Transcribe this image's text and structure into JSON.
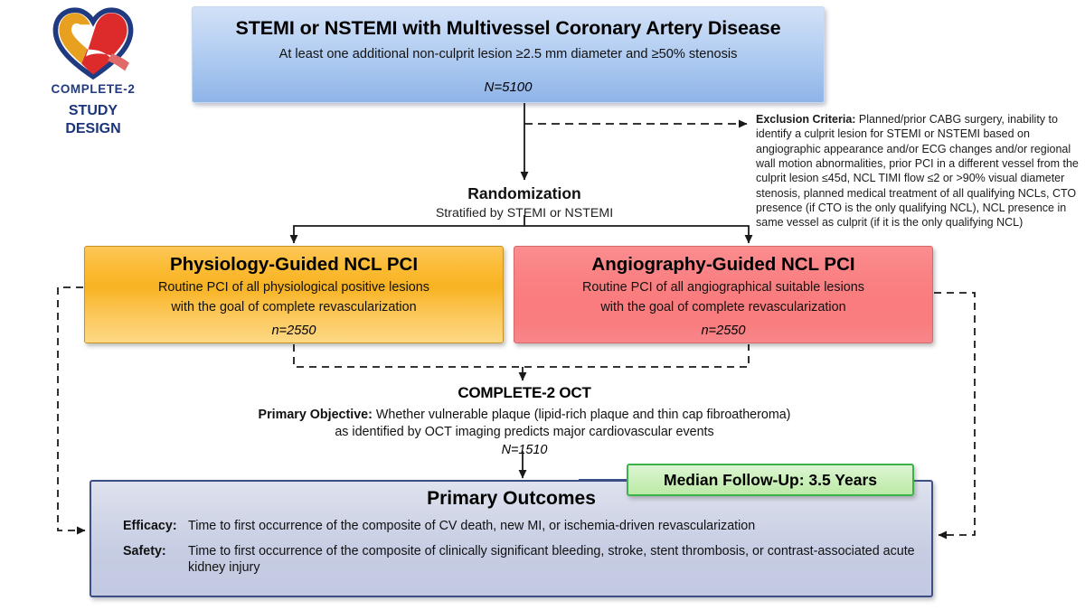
{
  "logo": {
    "icon": "heart-logo-icon",
    "name": "COMPLETE-2",
    "subtitle_line1": "STUDY",
    "subtitle_line2": "DESIGN",
    "colors": {
      "gold": "#e8a020",
      "red": "#e03030",
      "navy": "#1f3a80"
    }
  },
  "population": {
    "title": "STEMI or NSTEMI with Multivessel Coronary Artery Disease",
    "criteria": "At least one additional non-culprit lesion ≥2.5 mm diameter and ≥50% stenosis",
    "n": "N=5100",
    "color": "#a3c3ee"
  },
  "randomization": {
    "title": "Randomization",
    "subtitle": "Stratified by STEMI or NSTEMI"
  },
  "exclusion": {
    "label": "Exclusion Criteria:",
    "text": " Planned/prior CABG surgery, inability to identify a culprit lesion for STEMI or NSTEMI based on angiographic appearance and/or ECG changes and/or regional wall motion abnormalities, prior PCI in a different vessel from the culprit lesion ≤45d, NCL TIMI flow ≤2 or >90% visual diameter stenosis, planned medical treatment of all qualifying NCLs, CTO presence (if CTO is the only qualifying NCL), NCL presence in same vessel as culprit (if it is the only qualifying NCL)"
  },
  "arms": [
    {
      "title": "Physiology-Guided NCL PCI",
      "desc_line1": "Routine PCI of all physiological positive lesions",
      "desc_line2": "with the goal of complete revascularization",
      "n": "n=2550",
      "color": "#f8b322"
    },
    {
      "title": "Angiography-Guided NCL PCI",
      "desc_line1": "Routine PCI of all angiographical suitable lesions",
      "desc_line2": "with the goal of complete revascularization",
      "n": "n=2550",
      "color": "#fa7c7e"
    }
  ],
  "oct": {
    "title": "COMPLETE-2 OCT",
    "objective_label": "Primary Objective:",
    "objective_line1": " Whether vulnerable plaque (lipid-rich plaque and thin cap fibroatheroma)",
    "objective_line2": "as identified by OCT imaging predicts major cardiovascular events",
    "n": "N=1510"
  },
  "follow_up": {
    "label": "Median Follow-Up: 3.5 Years",
    "color": "#3cb34a"
  },
  "outcomes": {
    "title": "Primary Outcomes",
    "rows": [
      {
        "label": "Efficacy:",
        "text": "Time to first occurrence of the composite of CV death, new MI, or ischemia-driven revascularization"
      },
      {
        "label": "Safety:",
        "text": "Time to first occurrence of the composite of clinically significant bleeding, stroke, stent thrombosis, or contrast-associated acute kidney injury"
      }
    ],
    "color": "#3c4e86"
  }
}
